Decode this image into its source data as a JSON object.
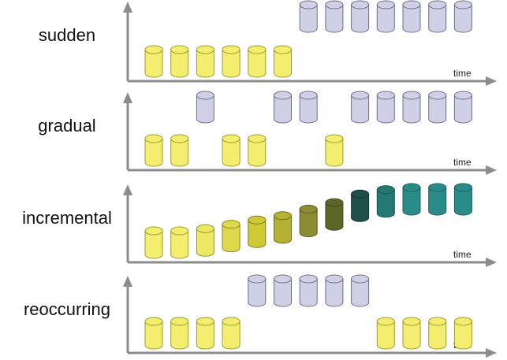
{
  "axis_label": "time",
  "colors": {
    "axis": "#8c8c8c",
    "old_concept_fill": "#f4ee70",
    "old_concept_stroke": "#9c9a2a",
    "new_concept_fill": "#cfcfe6",
    "new_concept_stroke": "#6e6e8a"
  },
  "panels": [
    {
      "label": "sudden",
      "slots": [
        {
          "state": "old",
          "level": "low"
        },
        {
          "state": "old",
          "level": "low"
        },
        {
          "state": "old",
          "level": "low"
        },
        {
          "state": "old",
          "level": "low"
        },
        {
          "state": "old",
          "level": "low"
        },
        {
          "state": "old",
          "level": "low"
        },
        {
          "state": "new",
          "level": "high"
        },
        {
          "state": "new",
          "level": "high"
        },
        {
          "state": "new",
          "level": "high"
        },
        {
          "state": "new",
          "level": "high"
        },
        {
          "state": "new",
          "level": "high"
        },
        {
          "state": "new",
          "level": "high"
        },
        {
          "state": "new",
          "level": "high"
        }
      ]
    },
    {
      "label": "gradual",
      "slots": [
        {
          "state": "old",
          "level": "low"
        },
        {
          "state": "old",
          "level": "low"
        },
        {
          "state": "new",
          "level": "high"
        },
        {
          "state": "old",
          "level": "low"
        },
        {
          "state": "old",
          "level": "low"
        },
        {
          "state": "new",
          "level": "high"
        },
        {
          "state": "new",
          "level": "high"
        },
        {
          "state": "old",
          "level": "low"
        },
        {
          "state": "new",
          "level": "high"
        },
        {
          "state": "new",
          "level": "high"
        },
        {
          "state": "new",
          "level": "high"
        },
        {
          "state": "new",
          "level": "high"
        },
        {
          "state": "new",
          "level": "high"
        }
      ]
    },
    {
      "label": "incremental",
      "slots": [
        {
          "state": "mix",
          "t": 0.0
        },
        {
          "state": "mix",
          "t": 0.0
        },
        {
          "state": "mix",
          "t": 0.05
        },
        {
          "state": "mix",
          "t": 0.15
        },
        {
          "state": "mix",
          "t": 0.25
        },
        {
          "state": "mix",
          "t": 0.35
        },
        {
          "state": "mix",
          "t": 0.5
        },
        {
          "state": "mix",
          "t": 0.65
        },
        {
          "state": "mix",
          "t": 0.85
        },
        {
          "state": "mix",
          "t": 0.95
        },
        {
          "state": "mix",
          "t": 1.0
        },
        {
          "state": "mix",
          "t": 1.0
        },
        {
          "state": "mix",
          "t": 1.0
        }
      ]
    },
    {
      "label": "reoccurring",
      "slots": [
        {
          "state": "old",
          "level": "low"
        },
        {
          "state": "old",
          "level": "low"
        },
        {
          "state": "old",
          "level": "low"
        },
        {
          "state": "old",
          "level": "low"
        },
        {
          "state": "new",
          "level": "high"
        },
        {
          "state": "new",
          "level": "high"
        },
        {
          "state": "new",
          "level": "high"
        },
        {
          "state": "new",
          "level": "high"
        },
        {
          "state": "new",
          "level": "high"
        },
        {
          "state": "old",
          "level": "low"
        },
        {
          "state": "old",
          "level": "low"
        },
        {
          "state": "old",
          "level": "low"
        },
        {
          "state": "old",
          "level": "low"
        }
      ]
    }
  ]
}
